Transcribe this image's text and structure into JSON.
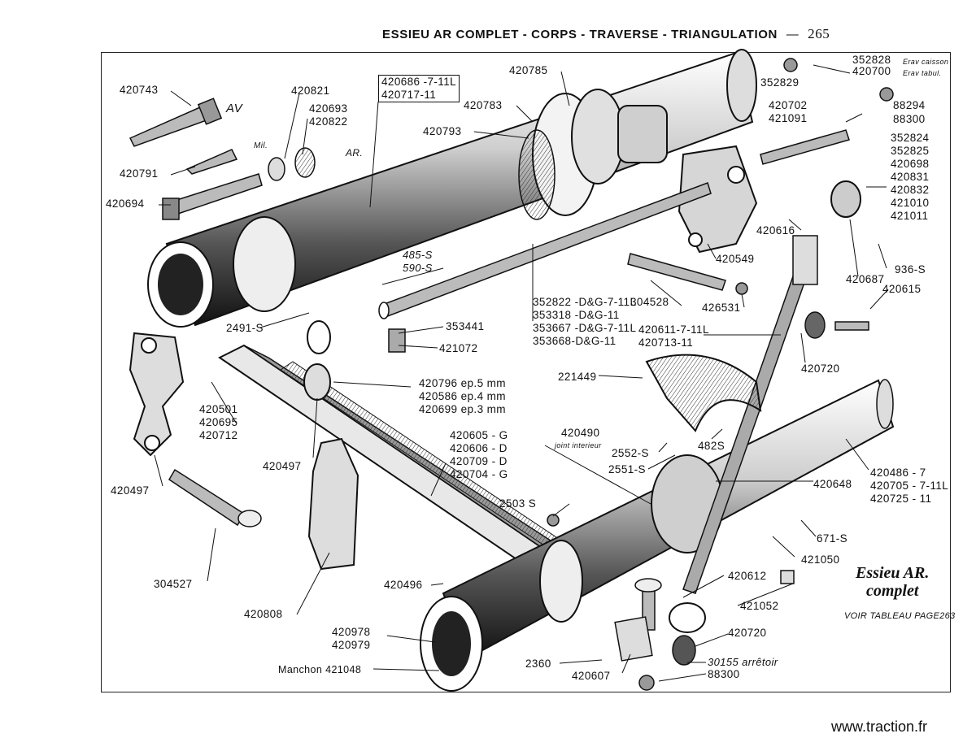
{
  "header": {
    "title": "ESSIEU AR COMPLET - CORPS - TRAVERSE - TRIANGULATION",
    "page_number": "265"
  },
  "assembly_title": {
    "line1": "Essieu AR.",
    "line2": "complet"
  },
  "reference_note": "VOIR TABLEAU PAGE263",
  "website": "www.traction.fr",
  "direction_labels": {
    "front": "AV",
    "left": "AR.",
    "mil": "Mil."
  },
  "parts": {
    "p420743": "420743",
    "p420821": "420821",
    "p420693": "420693",
    "p420822": "420822",
    "p420791": "420791",
    "p420694": "420694",
    "p420686": "420686 -7-11L",
    "p420717": "420717-11",
    "p420785": "420785",
    "p420783": "420783",
    "p420793": "420793",
    "p352828": "352828",
    "p352828_note": "Erav caisson",
    "p420700": "420700",
    "p420700_note": "Erav tabul.",
    "p352829": "352829",
    "p88294": "88294",
    "p88300a": "88300",
    "p420702": "420702",
    "p421091": "421091",
    "group_right": [
      "352824",
      "352825",
      "420698",
      "420831",
      "420832",
      "421010",
      "421011"
    ],
    "p420616": "420616",
    "p936s": "936-S",
    "p420687": "420687",
    "p420549": "420549",
    "p485s": "485-S",
    "p590s": "590-S",
    "p304528": "304528",
    "p426531": "426531",
    "p420615": "420615",
    "group_rods": [
      "352822 -D&G-7-11L",
      "353318 -D&G-11",
      "353667 -D&G-7-11L",
      "353668-D&G-11"
    ],
    "p2491s": "2491-S",
    "p353441": "353441",
    "p421072": "421072",
    "p420611": "420611-7-11L",
    "p420713": "420713-11",
    "p420720a": "420720",
    "p221449": "221449",
    "group_shims": [
      "420796 ep.5 mm",
      "420586 ep.4 mm",
      "420699 ep.3 mm"
    ],
    "group_left": [
      "420501",
      "420695",
      "420712"
    ],
    "p420490": "420490",
    "p420490_note": "joint interieur",
    "group_caps": [
      "420605 - G",
      "420606 - D",
      "420709 - D",
      "420704 - G"
    ],
    "p2552s": "2552-S",
    "p482s": "482S",
    "p2551s": "2551-S",
    "p420497a": "420497",
    "p420497b": "420497",
    "p420648": "420648",
    "group_tube": [
      "420486 - 7",
      "420705 - 7-11L",
      "420725 - 11"
    ],
    "p2503s": "2503 S",
    "p671s": "671-S",
    "p421050": "421050",
    "p304527": "304527",
    "p420496": "420496",
    "p420612": "420612",
    "p421052": "421052",
    "p420808": "420808",
    "p420978": "420978",
    "p420979": "420979",
    "p420720b": "420720",
    "p30155": "30155 arrêtoir",
    "p88300b": "88300",
    "p421048": "Manchon 421048",
    "p2360": "2360",
    "p420607": "420607"
  }
}
